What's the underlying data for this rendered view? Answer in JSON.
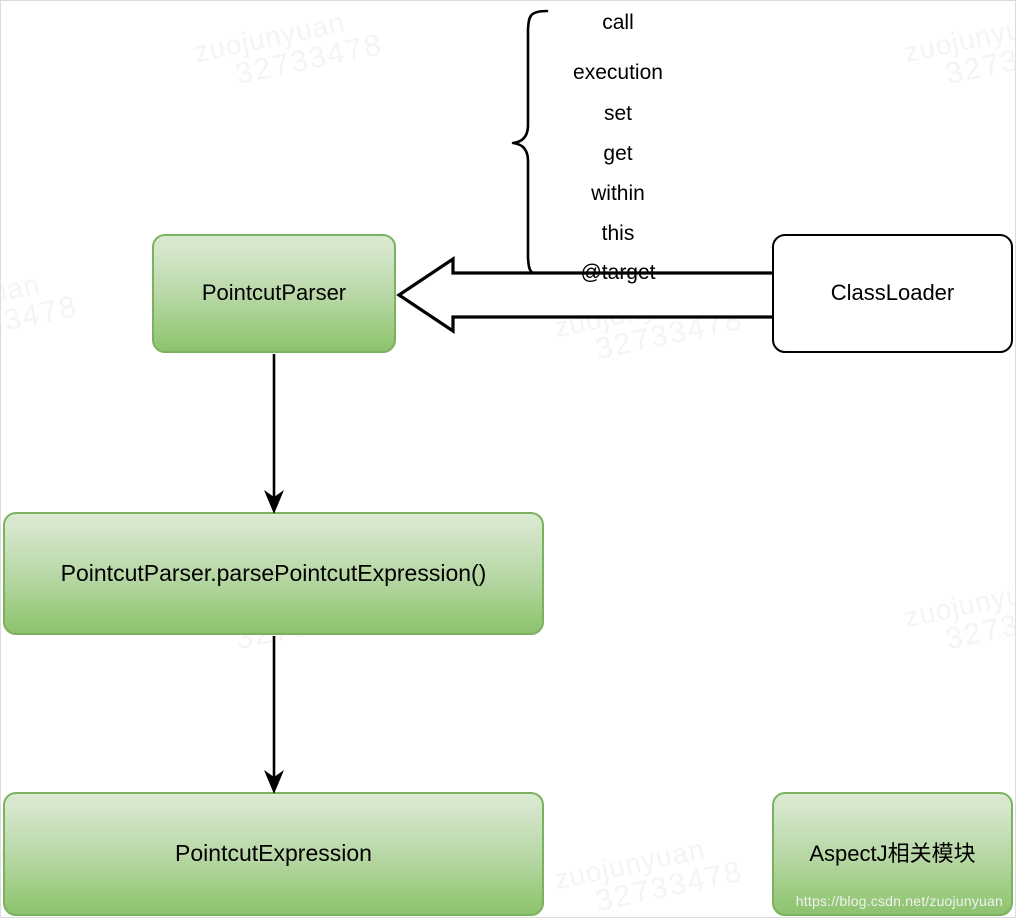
{
  "diagram": {
    "title": "AspectJ PointcutParser flow",
    "colors": {
      "green_fill_top": "#dbead3",
      "green_fill_bottom": "#8dc16f",
      "green_border": "#7cb25f",
      "white_fill": "#ffffff",
      "black_stroke": "#000000",
      "watermark": "#f4f4f4",
      "page_border": "#dcdcdc"
    },
    "nodes": [
      {
        "id": "pointcutparser",
        "label": "PointcutParser",
        "style": "green"
      },
      {
        "id": "classloader",
        "label": "ClassLoader",
        "style": "white"
      },
      {
        "id": "parsemethod",
        "label": "PointcutParser.parsePointcutExpression()",
        "style": "green"
      },
      {
        "id": "pointcutexpr",
        "label": "PointcutExpression",
        "style": "green"
      },
      {
        "id": "aspectj",
        "label": "AspectJ相关模块",
        "style": "green"
      }
    ],
    "designators": [
      {
        "label": "call"
      },
      {
        "label": "execution"
      },
      {
        "label": "set"
      },
      {
        "label": "get"
      },
      {
        "label": "within"
      },
      {
        "label": "this"
      },
      {
        "label": "@target"
      }
    ],
    "connectors": [
      {
        "id": "classloader-to-pointcutparser",
        "from": "classloader",
        "to": "pointcutparser",
        "style": "hollow-block-arrow-left"
      },
      {
        "id": "pointcutparser-to-parsemethod",
        "from": "pointcutparser",
        "to": "parsemethod",
        "style": "solid-arrow-down"
      },
      {
        "id": "parsemethod-to-pointcutexpr",
        "from": "parsemethod",
        "to": "pointcutexpr",
        "style": "solid-arrow-down"
      }
    ],
    "brace": {
      "id": "designator-brace",
      "orientation": "left-pointing-curly"
    },
    "watermark": {
      "name": "zuojunyuan",
      "number": "32733478",
      "url": "https://blog.csdn.net/zuojunyuan"
    }
  }
}
